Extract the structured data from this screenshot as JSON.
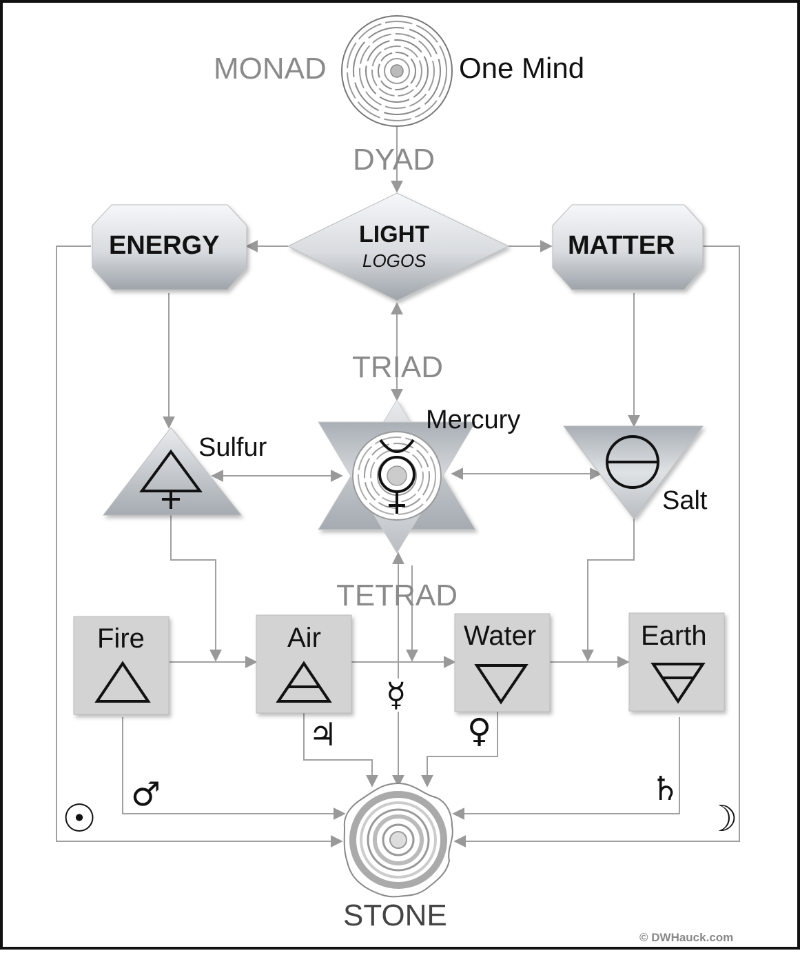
{
  "monad": {
    "label": "MONAD",
    "right_label": "One Mind"
  },
  "dyad": {
    "label": "DYAD"
  },
  "light": {
    "title": "LIGHT",
    "subtitle": "LOGOS"
  },
  "energy": {
    "label": "ENERGY"
  },
  "matter": {
    "label": "MATTER"
  },
  "triad": {
    "label": "TRIAD"
  },
  "principles": {
    "sulfur": "Sulfur",
    "mercury": "Mercury",
    "salt": "Salt"
  },
  "tetrad": {
    "label": "TETRAD"
  },
  "elements": {
    "fire": "Fire",
    "air": "Air",
    "water": "Water",
    "earth": "Earth"
  },
  "planets": {
    "jupiter": "♃",
    "venus": "♀",
    "mercury": "☿",
    "mars": "♂",
    "saturn": "♄",
    "sun": "☉",
    "moon": "☽"
  },
  "stone": {
    "label": "STONE"
  },
  "credit": "© DWHauck.com",
  "colors": {
    "stage_text": "#8a8a8a",
    "connector": "#a0a0a0",
    "box_fill": "#d3d3d3",
    "shape_gradient_light": "#f4f5f7",
    "shape_gradient_dark": "#9aa0a6"
  }
}
